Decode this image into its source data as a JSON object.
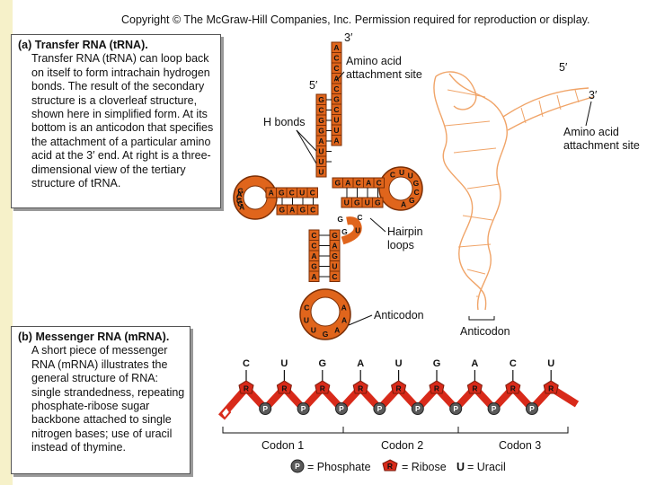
{
  "header": {
    "copyright": "Copyright © The McGraw-Hill Companies, Inc. Permission required for reproduction or display."
  },
  "panel_a": {
    "label": "(a)",
    "title": "Transfer RNA (tRNA).",
    "body": "Transfer RNA (tRNA) can loop back on itself to form intrachain hydrogen bonds. The result of the secondary structure is a cloverleaf structure, shown here in simplified form. At its bottom is an anticodon that specifies the attachment of a particular amino acid at the 3′ end. At right is a three-dimensional view of the tertiary structure of tRNA."
  },
  "panel_b": {
    "label": "(b)",
    "title": "Messenger RNA (mRNA).",
    "body": "A short piece of messenger RNA (mRNA) illustrates the general structure of RNA: single strandedness, repeating phosphate-ribose sugar backbone attached to single nitrogen bases; use of uracil instead of thymine."
  },
  "cloverleaf": {
    "three_prime": "3′",
    "five_prime": "5′",
    "amino_acid_site": [
      "Amino acid",
      "attachment site"
    ],
    "h_bonds": "H bonds",
    "hairpin_loops": [
      "Hairpin",
      "loops"
    ],
    "anticodon": "Anticodon",
    "acceptor_3": [
      "A",
      "C",
      "C",
      "A",
      "C",
      "G",
      "C",
      "U",
      "U",
      "A"
    ],
    "acceptor_5": [
      "G",
      "C",
      "G",
      "G",
      "A",
      "U",
      "U",
      "U"
    ],
    "d_arm_top": [
      "A",
      "G",
      "C",
      "U",
      "C"
    ],
    "d_arm_bottom": [
      "G",
      "A",
      "G",
      "C"
    ],
    "d_loop": [
      "G",
      "A",
      "C",
      "G",
      "G",
      "A"
    ],
    "t_arm_top": [
      "G",
      "A",
      "C",
      "A",
      "C"
    ],
    "t_arm_bottom": [
      "U",
      "G",
      "U",
      "G"
    ],
    "t_loop": [
      "C",
      "U",
      "U",
      "G",
      "C",
      "G",
      "A"
    ],
    "variable": [
      "C",
      "U",
      "G",
      "G"
    ],
    "anticodon_stem_left": [
      "C",
      "C",
      "A",
      "G",
      "A"
    ],
    "anticodon_stem_right": [
      "G",
      "A",
      "G",
      "U",
      "C"
    ],
    "anticodon_loop": [
      "C",
      "U",
      "U",
      "G",
      "A",
      "A",
      "A"
    ]
  },
  "tertiary": {
    "five_prime": "5′",
    "three_prime": "3′",
    "amino_acid_site": [
      "Amino acid",
      "attachment site"
    ],
    "anticodon": "Anticodon"
  },
  "mrna": {
    "bases": [
      "C",
      "U",
      "G",
      "A",
      "U",
      "G",
      "A",
      "C",
      "U"
    ],
    "ribose_label": "R",
    "phosphate_label": "P",
    "codons": [
      "Codon 1",
      "Codon 2",
      "Codon 3"
    ],
    "legend": {
      "phosphate_symbol": "P",
      "phosphate": "= Phosphate",
      "ribose_symbol": "R",
      "ribose": "= Ribose",
      "uracil_symbol": "U",
      "uracil": "= Uracil"
    }
  },
  "colors": {
    "strand_fill": "#e0651c",
    "strand_stroke": "#7a2e05",
    "ribose": "#d82a1a",
    "phosphate": "#5a5a5a",
    "tertiary": "#f0a468",
    "left_strip": "#f6f1c9"
  }
}
